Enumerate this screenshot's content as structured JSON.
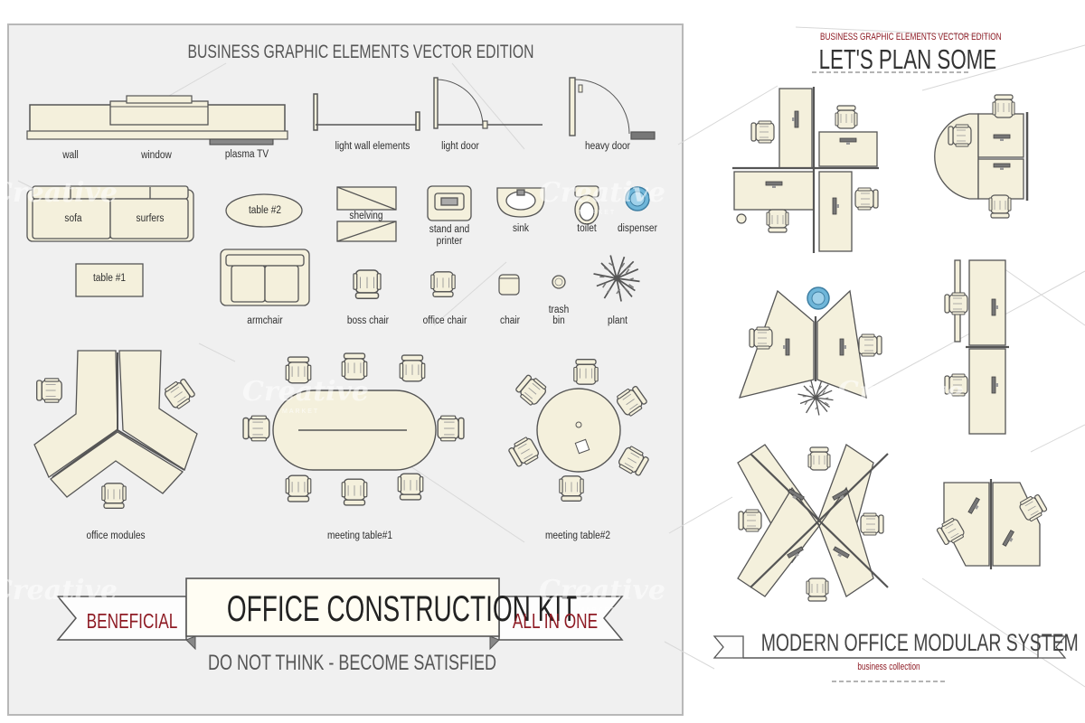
{
  "panel_left": {
    "subtitle": "BUSINESS GRAPHIC ELEMENTS VECTOR EDITION",
    "items": {
      "wall": "wall",
      "window": "window",
      "plasma_tv": "plasma TV",
      "light_wall_elements": "light wall elements",
      "light_door": "light door",
      "heavy_door": "heavy door",
      "sofa": "sofa",
      "surfers": "surfers",
      "table2": "table #2",
      "shelving": "shelving",
      "stand_printer_1": "stand and",
      "stand_printer_2": "printer",
      "sink": "sink",
      "toilet": "toilet",
      "dispenser": "dispenser",
      "table1": "table #1",
      "armchair": "armchair",
      "boss_chair": "boss chair",
      "office_chair": "office chair",
      "chair": "chair",
      "trash_bin_1": "trash",
      "trash_bin_2": "bin",
      "plant": "plant",
      "office_modules": "office modules",
      "meeting_table1": "meeting table#1",
      "meeting_table2": "meeting table#2"
    },
    "banner": {
      "left": "BENEFICIAL",
      "center": "OFFICE CONSTRUCTION KIT",
      "right": "ALL IN ONE",
      "tagline": "DO NOT THINK - BECOME SATISFIED"
    }
  },
  "panel_right": {
    "small_title": "BUSINESS GRAPHIC ELEMENTS VECTOR EDITION",
    "title": "LET'S PLAN SOME",
    "footer_title": "MODERN OFFICE MODULAR SYSTEM",
    "footer_sub": "business collection"
  },
  "watermark": {
    "brand": "Creative",
    "sub": "MARKET"
  },
  "colors": {
    "furniture_fill": "#f4f0dc",
    "stroke": "#555555",
    "accent_red": "#8e1b24",
    "panel_bg": "#f0f0f0",
    "dispenser_blue": "#6fb6d9"
  }
}
